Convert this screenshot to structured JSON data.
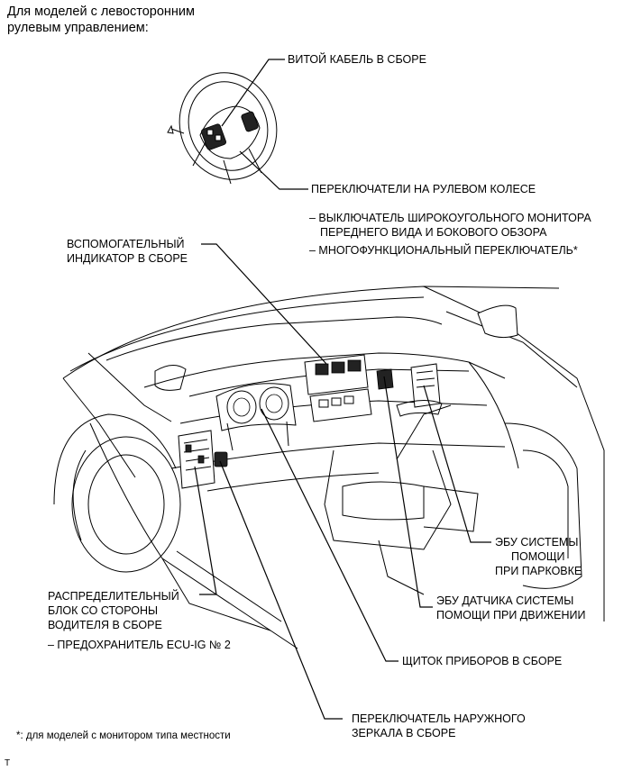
{
  "heading": {
    "line1": "Для моделей с левосторонним",
    "line2": "рулевым управлением:"
  },
  "callouts": {
    "spiral_cable": "ВИТОЙ КАБЕЛЬ В СБОРЕ",
    "steering_switches": "ПЕРЕКЛЮЧАТЕЛИ НА РУЛЕВОМ КОЛЕСЕ",
    "sub_items": {
      "wide_view_line1": "– ВЫКЛЮЧАТЕЛЬ ШИРОКОУГОЛЬНОГО МОНИТОРА",
      "wide_view_line2": "ПЕРЕДНЕГО ВИДА И БОКОВОГО ОБЗОРА",
      "multifunction": "– МНОГОФУНКЦИОНАЛЬНЫЙ ПЕРЕКЛЮЧАТЕЛЬ*"
    },
    "accessory_meter": {
      "line1": "ВСПОМОГАТЕЛЬНЫЙ",
      "line2": "ИНДИКАТОР В СБОРЕ"
    },
    "parking_ecu": {
      "line1": "ЭБУ СИСТЕМЫ",
      "line2": "ПОМОЩИ",
      "line3": "ПРИ ПАРКОВКЕ"
    },
    "driving_sensor_ecu": {
      "line1": "ЭБУ ДАТЧИКА СИСТЕМЫ",
      "line2": "ПОМОЩИ ПРИ ДВИЖЕНИИ"
    },
    "junction_block": {
      "line1": "РАСПРЕДЕЛИТЕЛЬНЫЙ",
      "line2": "БЛОК СО СТОРОНЫ",
      "line3": "ВОДИТЕЛЯ В СБОРЕ",
      "fuse": "– ПРЕДОХРАНИТЕЛЬ ECU-IG № 2"
    },
    "combination_meter": "ЩИТОК ПРИБОРОВ В СБОРЕ",
    "mirror_switch": {
      "line1": "ПЕРЕКЛЮЧАТЕЛЬ НАРУЖНОГО",
      "line2": "ЗЕРКАЛА В СБОРЕ"
    }
  },
  "footnote": "*: для моделей с монитором типа местности",
  "corner_mark": "T"
}
